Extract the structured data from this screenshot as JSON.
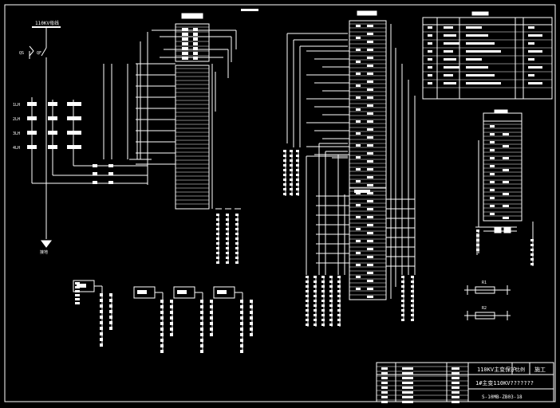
{
  "colors": {
    "background": "#000000",
    "line": "#ffffff"
  },
  "bus": {
    "label": "110KV母线"
  },
  "switch": {
    "left_label": "QS",
    "right_label": "QF"
  },
  "ct_labels": [
    "1LH",
    "2LH",
    "3LH",
    "4LH"
  ],
  "ground": {
    "label": "接地"
  },
  "resistor_labels": {
    "top": "R1",
    "bottom": "R2"
  },
  "title_block": {
    "drawing_name": "110KV主变保护",
    "cell_a": "比例",
    "cell_b": "施工",
    "project": "1#主变110KV???????",
    "drawing_no": "S-10MB-ZB03-18"
  }
}
